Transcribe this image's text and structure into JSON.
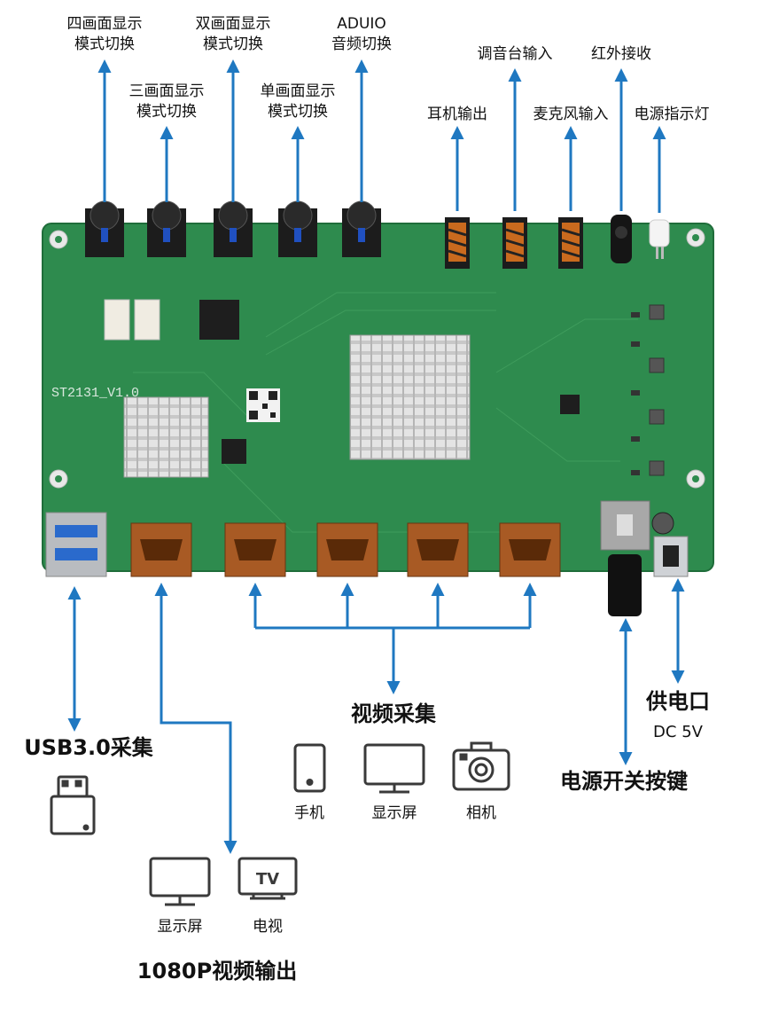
{
  "board": {
    "label": "ST2131_V1.0",
    "color": "#2e8b4e"
  },
  "colors": {
    "arrow": "#1f78c1",
    "icon": "#3a3a3a"
  },
  "top_labels": {
    "quad_mode": [
      "四画面显示",
      "模式切换"
    ],
    "triple_mode": [
      "三画面显示",
      "模式切换"
    ],
    "dual_mode": [
      "双画面显示",
      "模式切换"
    ],
    "single_mode": [
      "单画面显示",
      "模式切换"
    ],
    "audio_switch": [
      "ADUIO",
      "音频切换"
    ],
    "headphone_out": "耳机输出",
    "mixer_in": "调音台输入",
    "mic_in": "麦克风输入",
    "ir_receiver": "红外接收",
    "power_led": "电源指示灯"
  },
  "bottom_labels": {
    "video_capture": "视频采集",
    "usb_capture": "USB3.0采集",
    "hdmi_output": "1080P视频输出",
    "power_port": "供电口",
    "power_spec": "DC 5V",
    "power_switch": "电源开关按键"
  },
  "device_labels": {
    "phone": "手机",
    "monitor": "显示屏",
    "camera": "相机",
    "out_monitor": "显示屏",
    "tv": "电视"
  },
  "icon_glyphs": {
    "tv": "TV"
  }
}
